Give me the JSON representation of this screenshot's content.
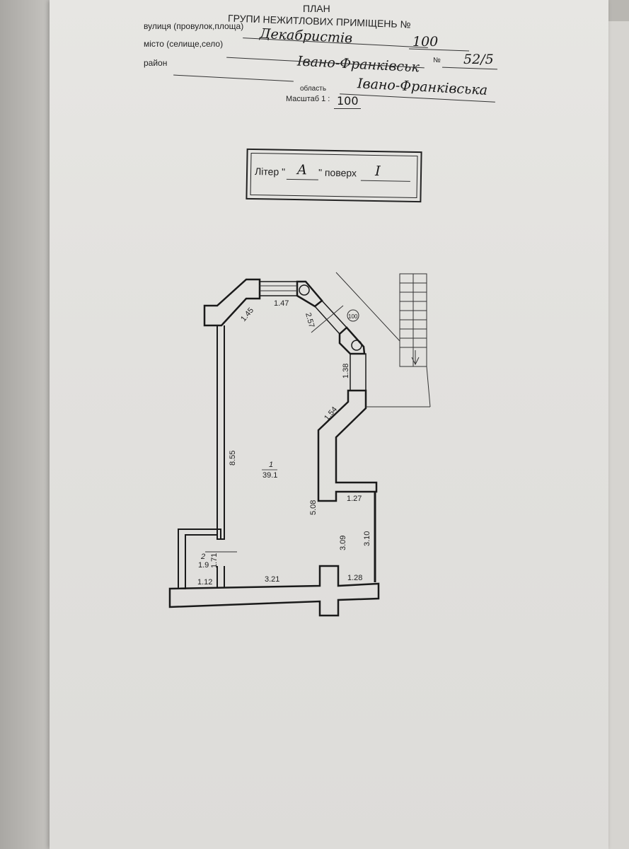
{
  "header": {
    "title_line1": "ПЛАН",
    "title_line2": "ГРУПИ НЕЖИТЛОВИХ ПРИМІЩЕНЬ №",
    "group_number": "100",
    "street_label": "вулиця (провулок,площа)",
    "street_value": "Декабристів",
    "city_label": "місто (селище,село)",
    "city_value": "Івано-Франківськ",
    "number_label": "№",
    "number_value": "52/5",
    "district_label": "район",
    "region_label": "область",
    "region_value": "Івано-Франківська",
    "scale_label": "Масштаб 1 :",
    "scale_value": "100"
  },
  "liter": {
    "label": "Літер \"",
    "value": "A",
    "floor_label": "\" поверх",
    "floor_value": "I"
  },
  "plan": {
    "marker": "100",
    "dimensions": [
      "1.45",
      "1.47",
      "2.57",
      "1.38",
      "1.54",
      "8.55",
      "5.08",
      "1.27",
      "3.09",
      "3.10",
      "1.71",
      "1.12",
      "3.21",
      "1.28"
    ],
    "room1_number": "1",
    "room1_area": "39.1",
    "room2_number": "2",
    "room2_area": "1.9"
  }
}
